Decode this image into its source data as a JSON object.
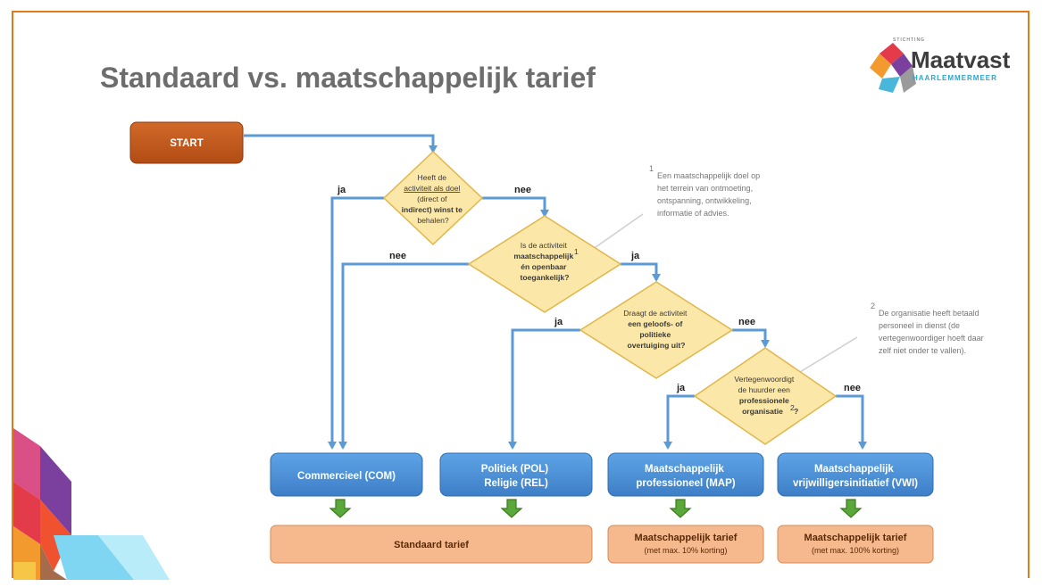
{
  "slide": {
    "title": "Standaard vs. maatschappelijk tarief",
    "colors": {
      "frame": "#e07b1a",
      "start": "#c0561b",
      "decision": "#fbe7a8",
      "category": "#4a90d9",
      "tarief": "#f6b98e",
      "connector": "#5b9bd5",
      "arrow": "#4e9a2e"
    }
  },
  "logo": {
    "top": "STICHTING",
    "main": "Maatvast",
    "sub": "HAARLEMMERMEER",
    "icon": "maatvast-logo-icon"
  },
  "flow": {
    "start": "START",
    "q1": [
      "Heeft de",
      "activiteit als doel",
      "(direct of",
      "indirect) winst te",
      "behalen?"
    ],
    "q2": [
      "Is de activiteit",
      "maatschappelijk",
      "én openbaar",
      "toegankelijk?"
    ],
    "q3": [
      "Draagt de activiteit",
      "een geloofs- of",
      "politieke",
      "overtuiging uit?"
    ],
    "q4": [
      "Vertegenwoordigt",
      "de huurder een",
      "professionele",
      "organisatie",
      "?"
    ],
    "q2_note_mark": "1",
    "q4_note_mark": "2",
    "labels": {
      "ja": "ja",
      "nee": "nee"
    }
  },
  "categories": {
    "com": [
      "Commercieel (COM)"
    ],
    "pol": [
      "Politiek (POL)",
      "Religie (REL)"
    ],
    "map": [
      "Maatschappelijk",
      "professioneel (MAP)"
    ],
    "vwi": [
      "Maatschappelijk",
      "vrijwilligersinitiatief (VWI)"
    ]
  },
  "tarieven": {
    "standaard": "Standaard tarief",
    "map_title": "Maatschappelijk tarief",
    "map_sub": "(met max. 10% korting)",
    "vwi_title": "Maatschappelijk tarief",
    "vwi_sub": "(met max. 100% korting)"
  },
  "footnotes": {
    "one": {
      "mark": "1",
      "lines": [
        "Een maatschappelijk doel op",
        "het terrein van ontmoeting,",
        "ontspanning, ontwikkeling,",
        "informatie of advies."
      ]
    },
    "two": {
      "mark": "2",
      "lines": [
        "De organisatie heeft betaald",
        "personeel in dienst (de",
        "vertegenwoordiger hoeft daar",
        "zelf niet onder te vallen)."
      ]
    }
  }
}
